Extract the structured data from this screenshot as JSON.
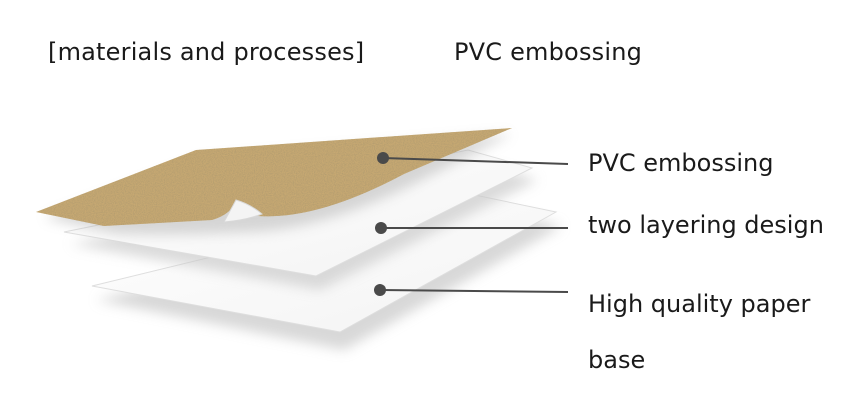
{
  "header": {
    "title": "[materials and processes]",
    "subtitle": "PVC embossing"
  },
  "layers": [
    {
      "label": "PVC embossing"
    },
    {
      "label": "two layering design"
    },
    {
      "label": "High quality paper base"
    }
  ],
  "colors": {
    "pvc_top": "#c6a872",
    "pvc_edge": "#a8874f",
    "paper": "#ffffff",
    "paper_shadow": "#cfcfcf",
    "pointer": "#4a4a4a",
    "text": "#1a1a1a"
  }
}
